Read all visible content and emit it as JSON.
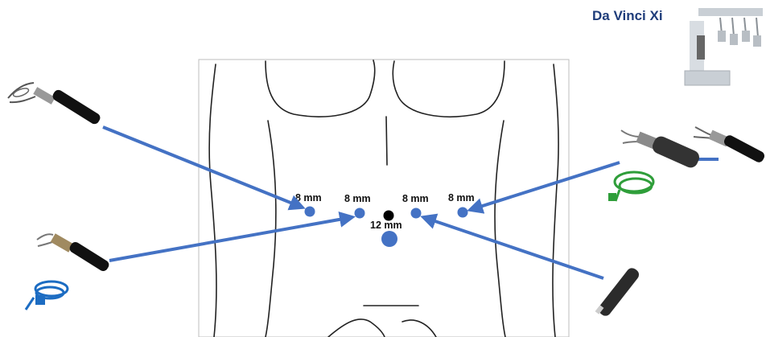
{
  "title": "Da Vinci Xi",
  "colors": {
    "arrow": "#4472c4",
    "port": "#4472c4",
    "camera_dot": "#000000",
    "title": "#1f3d7a",
    "body_outline": "#222222"
  },
  "ports": [
    {
      "label": "8 mm"
    },
    {
      "label": "8 mm"
    },
    {
      "label": "8 mm"
    },
    {
      "label": "8 mm"
    },
    {
      "label": "12 mm"
    }
  ],
  "instruments": [
    {
      "icon": "fenestrated-bipolar-forceps-icon"
    },
    {
      "icon": "monopolar-curved-scissors-icon"
    },
    {
      "icon": "suction-irrigator-icon"
    },
    {
      "icon": "vessel-sealer-icon"
    },
    {
      "icon": "grasper-icon"
    },
    {
      "icon": "da-vinci-xi-robot-icon"
    }
  ]
}
